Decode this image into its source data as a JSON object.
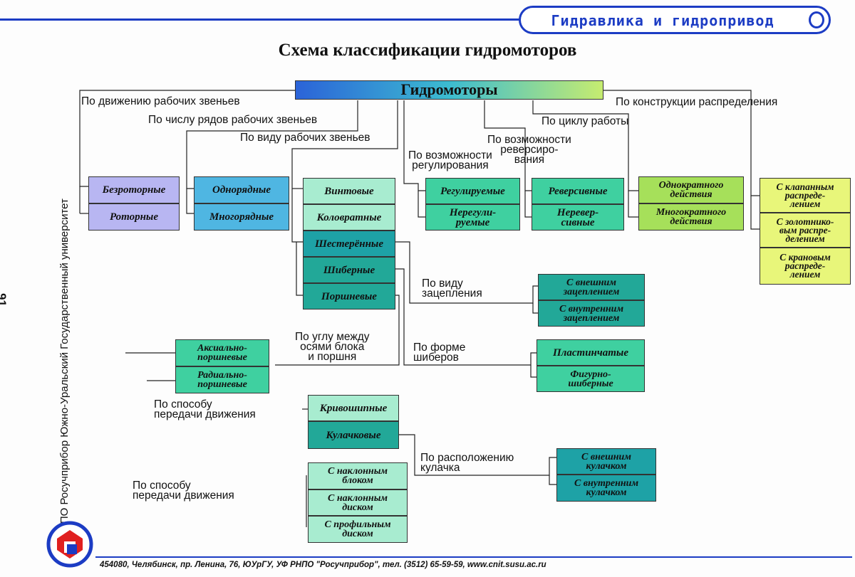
{
  "header": {
    "title": "Гидравлика и гидропривод"
  },
  "title": "Схема классификации гидромоторов",
  "root": "Гидромоторы",
  "sidebar": {
    "text": "РНПО Росучприбор     Южно-Уральский Государственный университет",
    "page_number": "91"
  },
  "footer": "454080, Челябинск, пр. Ленина, 76, ЮУрГУ, УФ РНПО \"Росучприбор\", тел. (3512) 65-59-59, www.cnit.susu.ac.ru",
  "criteria": {
    "movement": "По движению рабочих звеньев",
    "rows": "По числу рядов рабочих звеньев",
    "kind": "По виду рабочих звеньев",
    "regulation": "По возможности\nрегулирования",
    "reversing": "По возможности\nреверсиро-\nвания",
    "cycle": "По циклу работы",
    "distribution": "По конструкции распределения",
    "engagement": "По виду\nзацепления",
    "angle": "По углу между\nосями блока\nи поршня",
    "vane_shape": "По форме\nшиберов",
    "transmission_1": "По способу\nпередачи движения",
    "cam_position": "По расположению\nкулачка",
    "transmission_2": "По способу\nпередачи движения"
  },
  "nodes": {
    "rotor_less": "Безроторные",
    "rotor": "Роторные",
    "single_row": "Однорядные",
    "multi_row": "Многорядные",
    "screw": "Винтовые",
    "gerotor": "Коловратные",
    "gear": "Шестерённые",
    "vane": "Шиберные",
    "piston": "Поршневые",
    "adjustable": "Регулируемые",
    "non_adjustable": "Нерегули-\nруемые",
    "reversible": "Реверсивные",
    "non_reversible": "Неревер-\nсивные",
    "single_action": "Однократного\nдействия",
    "multi_action": "Многократного\nдействия",
    "valve_dist": "С клапанным\nраспреде-\nлением",
    "spool_dist": "С золотнико-\nвым распре-\nделением",
    "cock_dist": "С крановым\nраспреде-\nлением",
    "external_mesh": "С внешним\nзацеплением",
    "internal_mesh": "С внутренним\nзацеплением",
    "plate_vanes": "Пластинчатые",
    "shaped_vanes": "Фигурно-\nшиберные",
    "axial_piston": "Аксиально-\nпоршневые",
    "radial_piston": "Радиально-\nпоршневые",
    "crank": "Кривошипные",
    "cam": "Кулачковые",
    "ext_cam": "С внешним\nкулачком",
    "int_cam": "С внутренним\nкулачком",
    "tilted_block": "С наклонным\nблоком",
    "tilted_disk": "С наклонным\nдиском",
    "profile_disk": "С профильным\nдиском"
  },
  "colors": {
    "accent": "#1c3cc4",
    "lavender": "#b8b6f2",
    "sky": "#4fb6e2",
    "mint": "#a8ecd0",
    "teal": "#22a898",
    "green": "#3fd0a0",
    "lime": "#a6e05a",
    "yellow": "#e8f67a",
    "deep_teal": "#1ea2a6"
  }
}
